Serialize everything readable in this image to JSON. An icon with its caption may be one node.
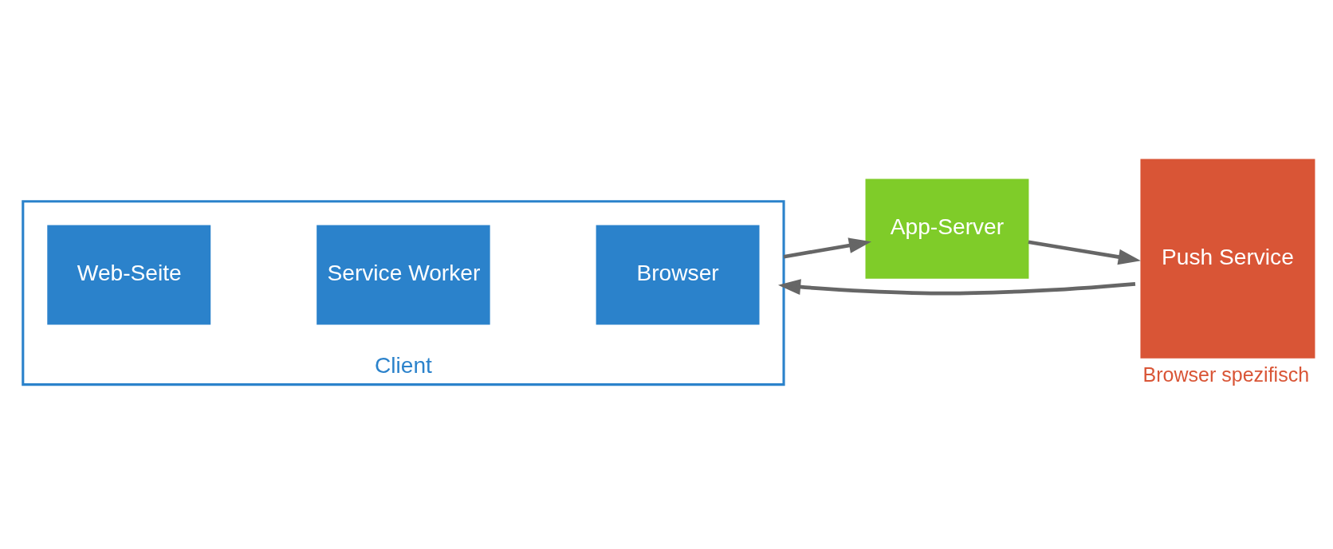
{
  "diagram": {
    "nodes": [
      {
        "text": [
          "Client"
        ]
      },
      {
        "text": [
          "Web-Seite"
        ],
        "in": 0
      },
      {
        "text": [
          "Service Worker"
        ],
        "in": 0
      },
      {
        "text": [
          "Browser"
        ],
        "in": 0
      },
      {
        "text": [
          "App-Server"
        ]
      },
      {
        "text": [
          "Push Service"
        ],
        "beside": [
          "Browser spezifisch"
        ]
      }
    ],
    "edges": [
      {
        "from": 0,
        "to": 4,
        "arrow": "to"
      },
      {
        "from": 4,
        "to": 5,
        "arrow": "to"
      },
      {
        "from": 5,
        "to": 0,
        "arrow": "to"
      }
    ]
  }
}
